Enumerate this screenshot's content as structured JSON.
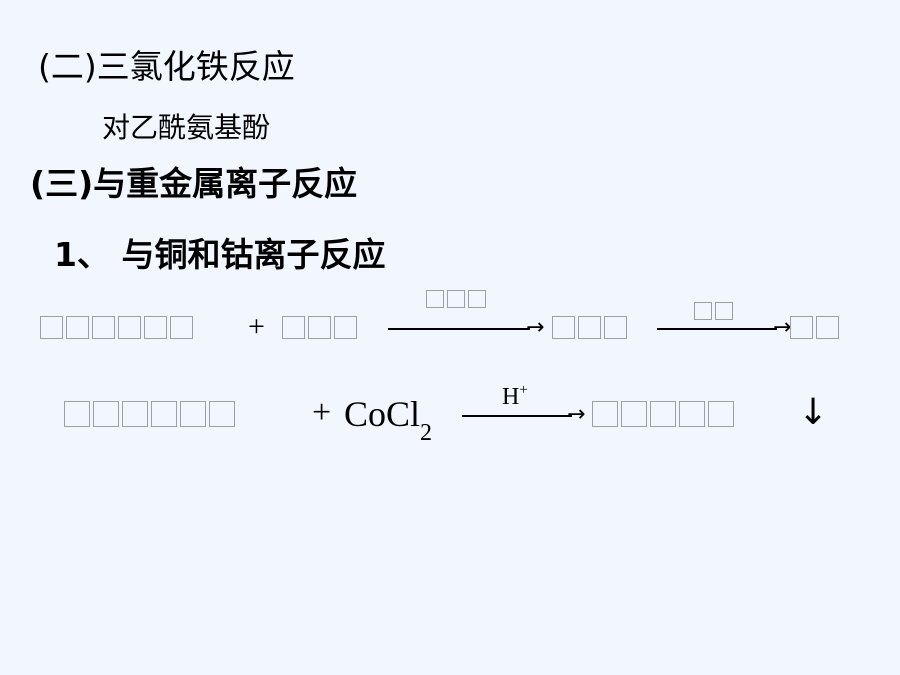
{
  "heading_2": "(二)三氯化铁反应",
  "heading_2_item": "对乙酰氨基酚",
  "heading_3": "(三)与重金属离子反应",
  "item_1": "1、 与铜和钴离子反应",
  "equation_1": {
    "plus_sign": "+"
  },
  "equation_2": {
    "plus_sign": "+",
    "reagent": "CoCl",
    "reagent_subscript": "2",
    "condition": "H",
    "condition_superscript": "+",
    "precipitate_symbol": "↓"
  }
}
